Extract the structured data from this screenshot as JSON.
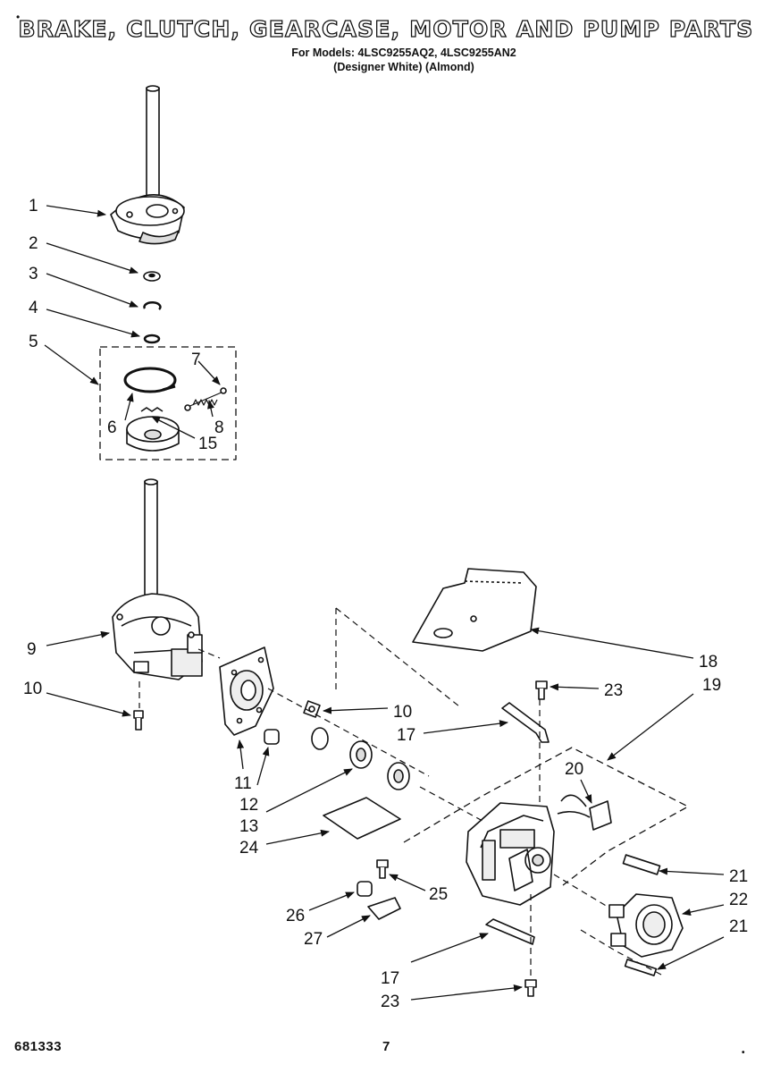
{
  "header": {
    "title": "BRAKE, CLUTCH, GEARCASE, MOTOR AND PUMP PARTS",
    "models_line": "For Models: 4LSC9255AQ2, 4LSC9255AN2",
    "colors_line": "(Designer White)  (Almond)",
    "corner_mark": "•"
  },
  "callouts": {
    "c1": "1",
    "c2": "2",
    "c3": "3",
    "c4": "4",
    "c5": "5",
    "c6": "6",
    "c7": "7",
    "c8": "8",
    "c15": "15",
    "c9": "9",
    "c10a": "10",
    "c10b": "10",
    "c11": "11",
    "c12": "12",
    "c13": "13",
    "c24": "24",
    "c17a": "17",
    "c17b": "17",
    "c18": "18",
    "c19": "19",
    "c20": "20",
    "c21a": "21",
    "c21b": "21",
    "c22": "22",
    "c23a": "23",
    "c23b": "23",
    "c25": "25",
    "c26": "26",
    "c27": "27"
  },
  "footer": {
    "doc_number": "681333",
    "page_number": "7",
    "corner_mark": "•"
  }
}
